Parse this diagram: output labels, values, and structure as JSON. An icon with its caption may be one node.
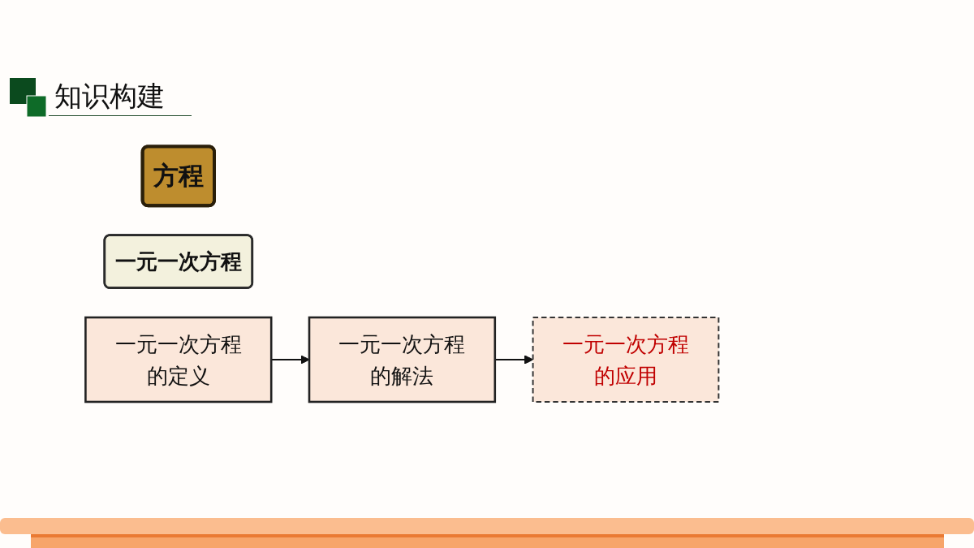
{
  "diagram": {
    "title": "知识构建",
    "nodes": [
      {
        "text": [
          "方程"
        ]
      },
      {
        "text": [
          "一元一次方程"
        ]
      },
      {
        "text": [
          "一元一次方程的定义"
        ]
      },
      {
        "text": [
          "一元一次方程的解法"
        ]
      },
      {
        "text": [
          "一元一次方程的应用"
        ]
      }
    ],
    "edges": [
      {
        "from": 2,
        "to": 3,
        "arrow": "to"
      },
      {
        "from": 3,
        "to": 4,
        "arrow": "to"
      }
    ]
  }
}
